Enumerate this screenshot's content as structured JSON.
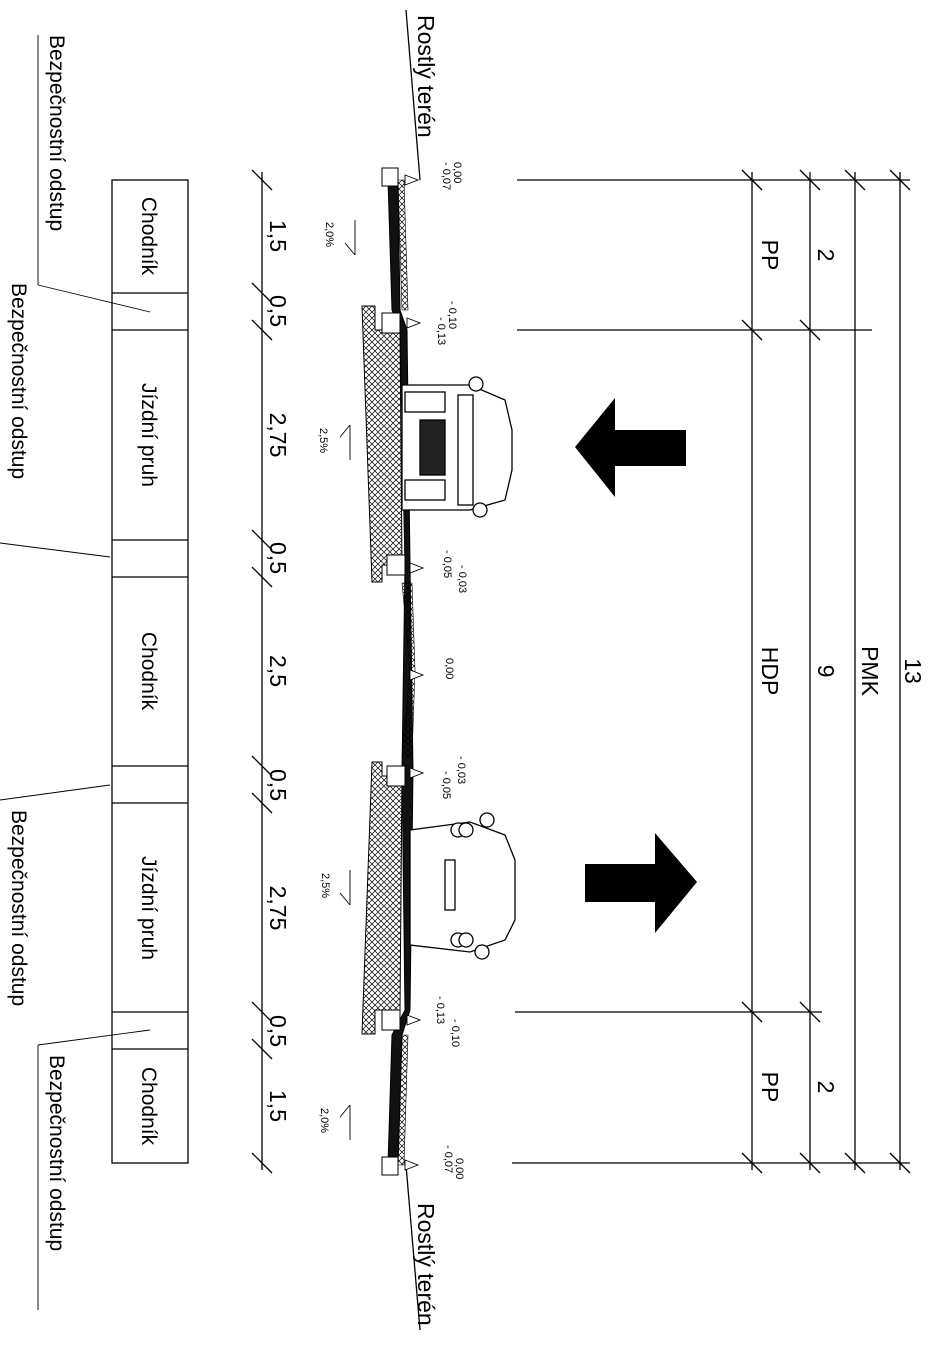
{
  "terrain": {
    "top": "Rostlý terén",
    "bottom": "Rostlý terén"
  },
  "safety_labels": [
    "Bezpečnostní odstup",
    "Bezpečnostní odstup",
    "Bezpečnostní odstup",
    "Bezpečnostní odstup"
  ],
  "zones": [
    {
      "label": "Chodník",
      "width": "1,5"
    },
    {
      "label": "",
      "width": "0,5"
    },
    {
      "label": "Jízdní pruh",
      "width": "2,75"
    },
    {
      "label": "",
      "width": "0,5"
    },
    {
      "label": "Chodník",
      "width": "2,5"
    },
    {
      "label": "",
      "width": "0,5"
    },
    {
      "label": "Jízdní pruh",
      "width": "2,75"
    },
    {
      "label": "",
      "width": "0,5"
    },
    {
      "label": "Chodník",
      "width": "1,5"
    }
  ],
  "slopes": [
    "2,0%",
    "2,5%",
    "2,5%",
    "2,0%"
  ],
  "heights": {
    "h1": [
      "0,00",
      "- 0,07"
    ],
    "h2": [
      "- 0,10",
      "- 0,13"
    ],
    "h3": [
      "- 0,03",
      "- 0,05"
    ],
    "h4": [
      "0,00"
    ],
    "h5": [
      "- 0,03",
      "- 0,05"
    ],
    "h6": [
      "- 0,10",
      "- 0,13"
    ],
    "h7": [
      "0,00",
      "- 0,07"
    ]
  },
  "profile": {
    "pp_top": "PP",
    "pp_bottom": "PP",
    "hdp": "HDP",
    "d2_top": "2",
    "d9": "9",
    "d2_bottom": "2",
    "pmk": "PMK",
    "d13": "13"
  }
}
